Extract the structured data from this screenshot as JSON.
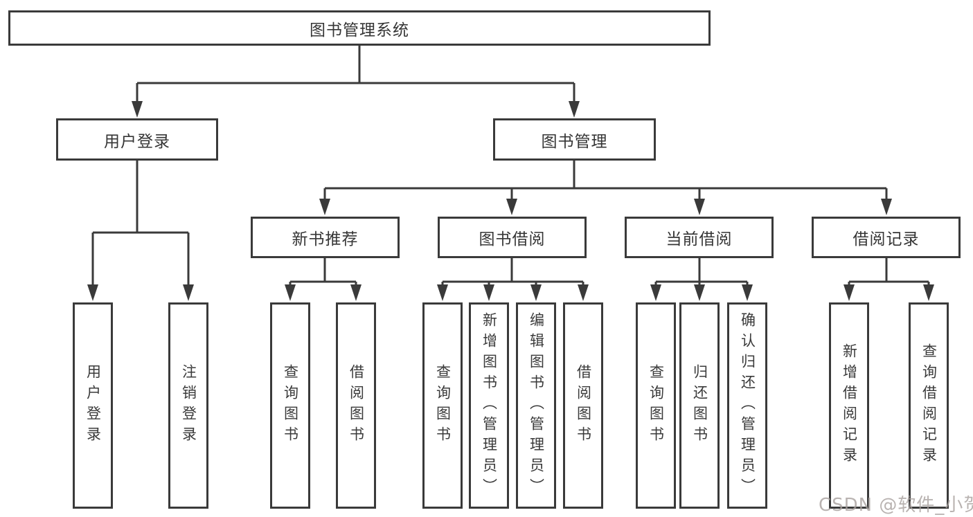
{
  "diagram": {
    "root": {
      "label": "图书管理系统"
    },
    "branches": [
      {
        "label": "用户登录",
        "leaves": [
          {
            "label": "用户登录"
          },
          {
            "label": "注销登录"
          }
        ]
      },
      {
        "label": "图书管理",
        "groups": [
          {
            "label": "新书推荐",
            "leaves": [
              {
                "label": "查询图书"
              },
              {
                "label": "借阅图书"
              }
            ]
          },
          {
            "label": "图书借阅",
            "leaves": [
              {
                "label": "查询图书"
              },
              {
                "label": "新增图书（管理员）"
              },
              {
                "label": "编辑图书（管理员）"
              },
              {
                "label": "借阅图书"
              }
            ]
          },
          {
            "label": "当前借阅",
            "leaves": [
              {
                "label": "查询图书"
              },
              {
                "label": "归还图书"
              },
              {
                "label": "确认归还（管理员）"
              }
            ]
          },
          {
            "label": "借阅记录",
            "leaves": [
              {
                "label": "新增借阅记录"
              },
              {
                "label": "查询借阅记录"
              }
            ]
          }
        ]
      }
    ]
  },
  "watermark": {
    "text": "CSDN @软件_小贺同学"
  },
  "colors": {
    "line": "#3a3a3a",
    "box_border": "#3a3a3a",
    "box_background": "#ffffff",
    "text": "#353535",
    "watermark": "#a8a19e",
    "page_background": "#ffffff"
  }
}
